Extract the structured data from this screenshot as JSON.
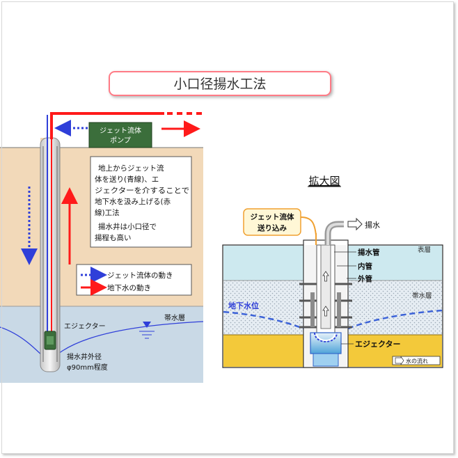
{
  "title": "小口径揚水工法",
  "left": {
    "pump_label_line1": "ジェット流体",
    "pump_label_line2": "ポンプ",
    "description_lines": [
      "地上からジェット流",
      "体を送り(青線)、エ",
      "ジェクターを介することで",
      "地下水を汲み上げる(赤",
      "線)工法",
      "揚水井は小口径で",
      "揚程も高い"
    ],
    "legend_jet": "ジェット流体の動き",
    "legend_groundwater": "地下水の動き",
    "ejector_label": "エジェクター",
    "aquifer_label": "帯水層",
    "well_diameter_line1": "揚水井外径",
    "well_diameter_line2": "φ90mm程度"
  },
  "right": {
    "heading": "拡大図",
    "jet_feed_line1": "ジェット流体",
    "jet_feed_line2": "送り込み",
    "discharge_label": "揚水",
    "surface_layer_label": "表層",
    "pumping_pipe_label": "揚水管",
    "inner_pipe_label": "内管",
    "outer_pipe_label": "外管",
    "aquifer_label": "帯水層",
    "groundwater_level_label": "地下水位",
    "ejector_label": "エジェクター",
    "flow_legend": "水の流れ"
  },
  "colors": {
    "soil": "#f2d9b9",
    "aquifer": "#c9d9e6",
    "surface_layer": "#cde9ef",
    "yellow_layer": "#f3c93a",
    "jet_flow": "#2f3fd9",
    "groundwater_flow": "#ff1a1a",
    "pump": "#3b6e3b",
    "title_border": "#ff7b86",
    "water_level": "#3c63d8"
  }
}
